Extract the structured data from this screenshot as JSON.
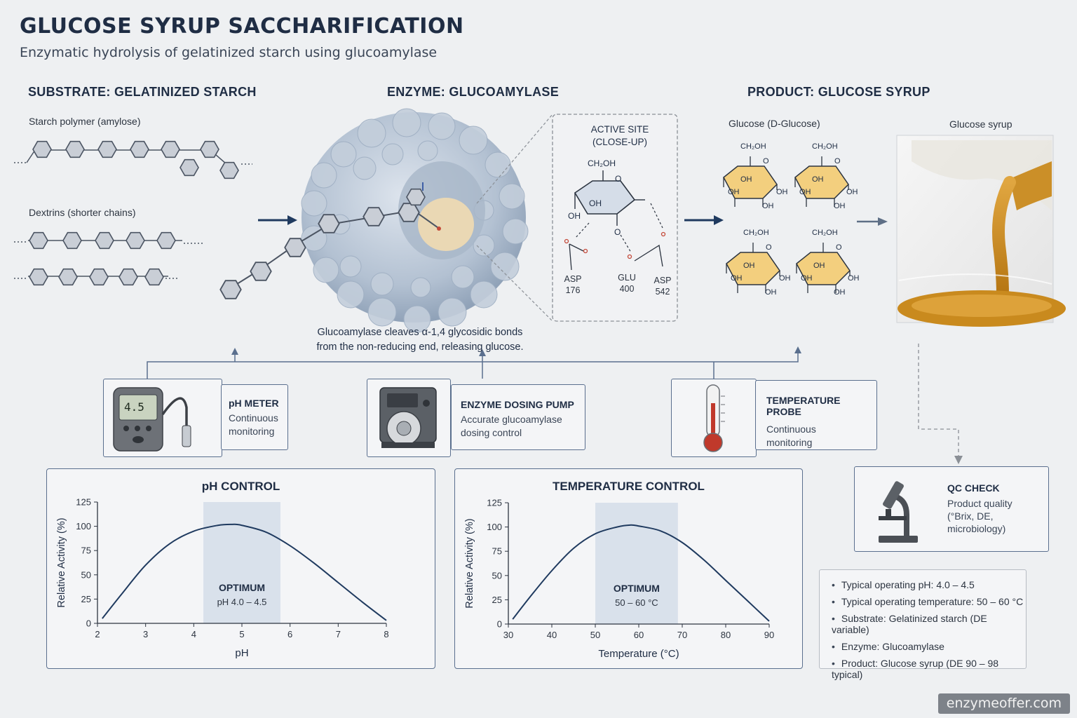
{
  "header": {
    "title": "GLUCOSE SYRUP SACCHARIFICATION",
    "subtitle": "Enzymatic hydrolysis of gelatinized starch using glucoamylase"
  },
  "substrate": {
    "heading": "SUBSTRATE: GELATINIZED STARCH",
    "polymer_label": "Starch polymer (amylose)",
    "dextrin_label": "Dextrins (shorter chains)"
  },
  "enzyme": {
    "heading": "ENZYME: GLUCOAMYLASE",
    "active_site_line1": "ACTIVE SITE",
    "active_site_line2": "(CLOSE-UP)",
    "ch2oh": "CH₂OH",
    "oh": "OH",
    "ring_o": "O",
    "residues": [
      {
        "name": "ASP",
        "number": "176"
      },
      {
        "name": "GLU",
        "number": "400"
      },
      {
        "name": "ASP",
        "number": "542"
      }
    ],
    "caption_line1": "Glucoamylase cleaves α-1,4 glycosidic bonds",
    "caption_line2": "from the non-reducing end, releasing glucose."
  },
  "product": {
    "heading": "PRODUCT: GLUCOSE SYRUP",
    "glucose_label": "Glucose (D-Glucose)",
    "syrup_label": "Glucose syrup",
    "ch2oh": "CH₂OH",
    "oh": "OH",
    "ring_o": "O"
  },
  "devices": {
    "ph_meter": {
      "title": "pH METER",
      "sub1": "Continuous",
      "sub2": "monitoring",
      "display": "4.5"
    },
    "pump": {
      "title": "ENZYME DOSING PUMP",
      "sub1": "Accurate glucoamylase",
      "sub2": "dosing control"
    },
    "temp_probe": {
      "title": "TEMPERATURE PROBE",
      "sub1": "Continuous",
      "sub2": "monitoring"
    },
    "qc": {
      "title": "QC CHECK",
      "sub1": "Product quality",
      "sub2": "(°Brix, DE,",
      "sub3": "microbiology)"
    }
  },
  "chart_data": [
    {
      "type": "line",
      "title": "pH CONTROL",
      "xlabel": "pH",
      "ylabel": "Relative Activity (%)",
      "xlim": [
        2,
        8
      ],
      "ylim": [
        0,
        125
      ],
      "xticks": [
        "2",
        "3",
        "4",
        "5",
        "6",
        "7",
        "8"
      ],
      "yticks": [
        "0",
        "25",
        "50",
        "75",
        "100",
        "125"
      ],
      "x": [
        2.1,
        2.5,
        3.0,
        3.5,
        4.0,
        4.5,
        4.8,
        5.0,
        5.5,
        6.0,
        6.5,
        7.0,
        7.5,
        8.0
      ],
      "y": [
        5,
        30,
        60,
        82,
        95,
        101,
        102,
        101,
        94,
        80,
        62,
        42,
        22,
        3
      ],
      "optimum_range": [
        4.2,
        5.8
      ],
      "optimum_label": "OPTIMUM",
      "optimum_text": "pH 4.0 – 4.5",
      "grid": false
    },
    {
      "type": "line",
      "title": "TEMPERATURE CONTROL",
      "xlabel": "Temperature (°C)",
      "ylabel": "Relative Activity (%)",
      "xlim": [
        30,
        90
      ],
      "ylim": [
        0,
        125
      ],
      "xticks": [
        "30",
        "40",
        "50",
        "60",
        "70",
        "80",
        "90"
      ],
      "yticks": [
        "0",
        "25",
        "50",
        "75",
        "100",
        "125"
      ],
      "x": [
        31,
        35,
        40,
        45,
        50,
        55,
        58,
        60,
        65,
        70,
        75,
        80,
        85,
        90
      ],
      "y": [
        5,
        28,
        55,
        78,
        93,
        100,
        102,
        101,
        96,
        84,
        66,
        45,
        24,
        3
      ],
      "optimum_range": [
        50,
        69
      ],
      "optimum_label": "OPTIMUM",
      "optimum_text": "50 – 60 °C",
      "grid": false
    }
  ],
  "summary": [
    "Typical operating pH: 4.0 – 4.5",
    "Typical operating temperature: 50 – 60 °C",
    "Substrate: Gelatinized starch (DE variable)",
    "Enzyme: Glucoamylase",
    "Product: Glucose syrup (DE 90 – 98 typical)"
  ],
  "watermark": "enzymeoffer.com",
  "colors": {
    "navy": "#1f3a5f",
    "hexagon": "#c9ced6",
    "glucose_ring": "#f3cf7e",
    "syrup": "#c98a1e",
    "optimum_band": "#d3dde9"
  }
}
